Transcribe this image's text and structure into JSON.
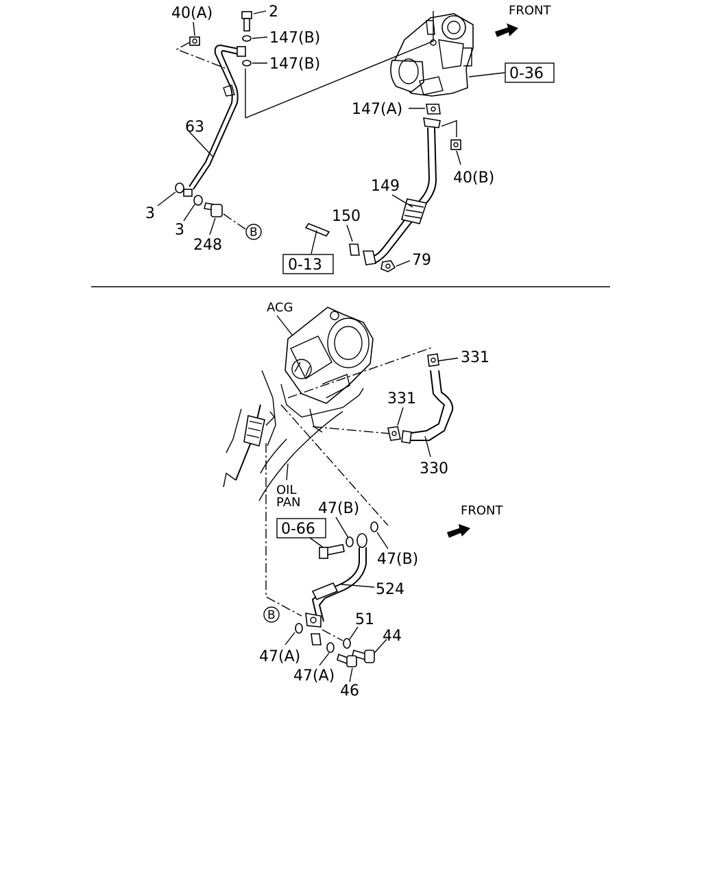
{
  "top": {
    "front_label": "FRONT",
    "labels": {
      "p40a": "40(A)",
      "p2": "2",
      "p147b_1": "147(B)",
      "p147b_2": "147(B)",
      "p036": "0-36",
      "p147a": "147(A)",
      "p63": "63",
      "p40b": "40(B)",
      "p149": "149",
      "p3_1": "3",
      "p3_2": "3",
      "p248": "248",
      "pB": "B",
      "p150": "150",
      "p013": "0-13",
      "p79": "79"
    }
  },
  "bottom": {
    "front_label": "FRONT",
    "labels": {
      "acg": "ACG",
      "p331_1": "331",
      "p331_2": "331",
      "p330": "330",
      "oil": "OIL",
      "pan": "PAN",
      "p47b_1": "47(B)",
      "p066": "0-66",
      "p47b_2": "47(B)",
      "p524": "524",
      "pB": "B",
      "p51": "51",
      "p44": "44",
      "p47a_1": "47(A)",
      "p47a_2": "47(A)",
      "p46": "46"
    }
  }
}
